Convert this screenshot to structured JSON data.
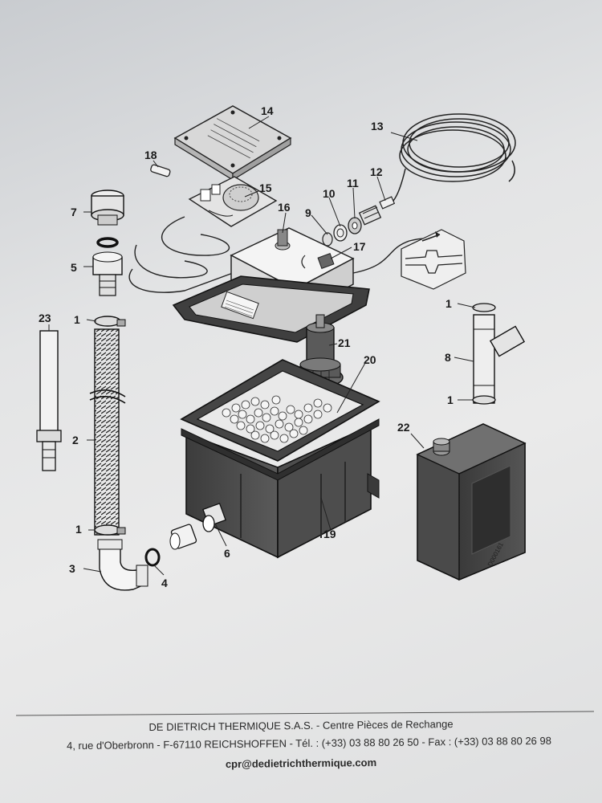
{
  "callouts": {
    "c1a": "1",
    "c1b": "1",
    "c1c": "1",
    "c1d": "1",
    "c2": "2",
    "c3": "3",
    "c4": "4",
    "c5": "5",
    "c6": "6",
    "c7": "7",
    "c8": "8",
    "c9": "9",
    "c10": "10",
    "c11": "11",
    "c12": "12",
    "c13": "13",
    "c14": "14",
    "c15": "15",
    "c16": "16",
    "c17": "17",
    "c18": "18",
    "c19": "19",
    "c20": "20",
    "c21": "21",
    "c22": "22",
    "c23": "23"
  },
  "drawing_number": "D000161",
  "footer": {
    "company": "DE DIETRICH THERMIQUE S.A.S. - Centre Pièces de Rechange",
    "address": "4, rue d'Oberbronn - F-67110 REICHSHOFFEN - Tél. : (+33) 03 88 80 26 50 - Fax : (+33) 03 88 80 26 98",
    "email": "cpr@dedietrichthermique.com"
  },
  "colors": {
    "ink": "#1a1a1a",
    "box_dark": "#4a4a4a",
    "paper": "#e6e6e6"
  }
}
